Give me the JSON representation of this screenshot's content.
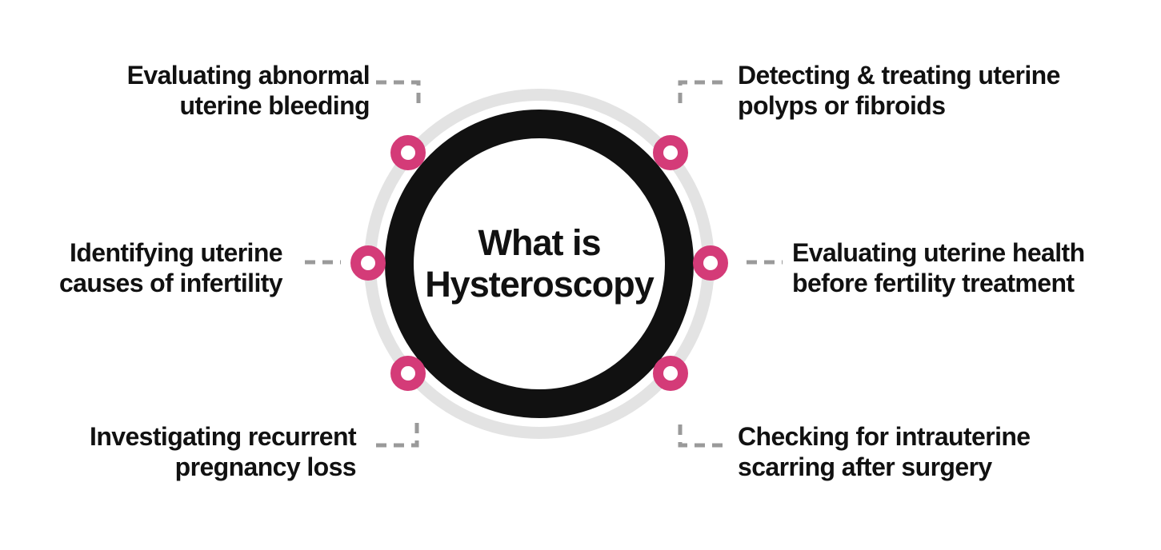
{
  "title": {
    "line1": "What is",
    "line2": "Hysteroscopy"
  },
  "labels": {
    "top_left": {
      "line1": "Evaluating abnormal",
      "line2": "uterine bleeding"
    },
    "top_right": {
      "line1": "Detecting & treating uterine",
      "line2": "polyps or fibroids"
    },
    "middle_left": {
      "line1": "Identifying uterine",
      "line2": "causes of infertility"
    },
    "middle_right": {
      "line1": "Evaluating uterine health",
      "line2": "before fertility treatment"
    },
    "bottom_left": {
      "line1": "Investigating recurrent",
      "line2": "pregnancy loss"
    },
    "bottom_right": {
      "line1": "Checking for intrauterine",
      "line2": "scarring after surgery"
    }
  },
  "colors": {
    "accent_pink": "#D43B78",
    "ring_black": "#111111",
    "ring_gray": "#E3E3E3",
    "connector_gray": "#9A9A9A",
    "text": "#111111",
    "background": "#FFFFFF"
  }
}
